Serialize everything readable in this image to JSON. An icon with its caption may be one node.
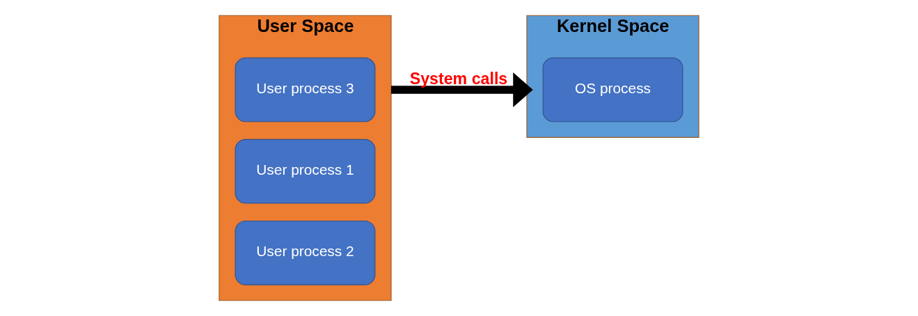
{
  "diagram": {
    "nodes": [
      {
        "text": [
          "User Space"
        ]
      },
      {
        "text": [
          "User process 3"
        ],
        "in": 0
      },
      {
        "text": [
          "User process 1"
        ],
        "in": 0
      },
      {
        "text": [
          "User process 2"
        ],
        "in": 0
      },
      {
        "text": [
          "Kernel Space"
        ]
      },
      {
        "text": [
          "OS process"
        ],
        "in": 4
      }
    ],
    "edges": [
      {
        "from": 0,
        "to": 4,
        "arrow": "to",
        "label": "System calls"
      }
    ]
  }
}
